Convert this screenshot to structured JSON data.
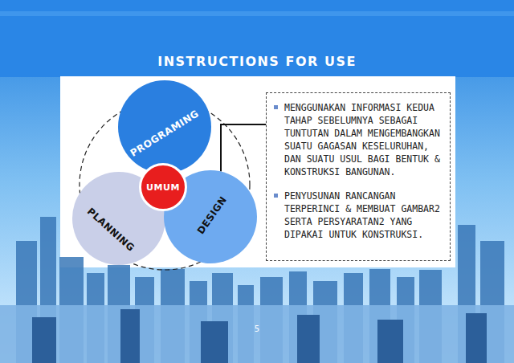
{
  "diagram": {
    "title": "INSTRUCTIONS FOR USE",
    "nodes": [
      {
        "text": [
          "PROGRAMING"
        ]
      },
      {
        "text": [
          "PLANNING"
        ]
      },
      {
        "text": [
          "DESIGN"
        ]
      },
      {
        "text": [
          "UMUM"
        ]
      },
      {
        "text": [
          "MENGGUNAKAN INFORMASI KEDUA TAHAP SEBELUMNYA SEBAGAI TUNTUTAN DALAM MENGEMBANGKAN SUATU GAGASAN KESELURUHAN, DAN SUATU USUL BAGI BENTUK & KONSTRUKSI BANGUNAN.",
          "PENYUSUNAN RANCANGAN TERPERINCI & MEMBUAT GAMBAR2 SERTA PERSYARATAN2 YANG DIPAKAI UNTUK KONSTRUKSI."
        ]
      }
    ],
    "edges": [
      {
        "from": 4,
        "to": 2,
        "arrow": "none"
      }
    ],
    "labels": [
      "5"
    ]
  }
}
